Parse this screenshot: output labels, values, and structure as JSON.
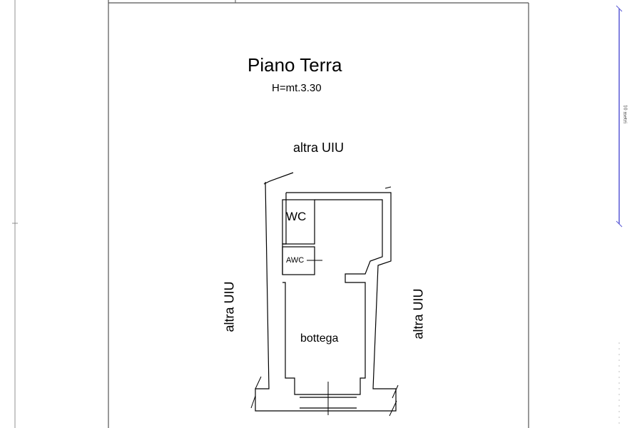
{
  "drawing": {
    "title": "Piano Terra",
    "subtitle": "H=mt.3.30",
    "neighbors": {
      "top": "altra UIU",
      "left": "altra UIU",
      "right": "altra UIU"
    },
    "rooms": {
      "wc": "WC",
      "awc": "AWC",
      "bottega": "bottega"
    }
  },
  "scale_bar": {
    "label": "10 metri",
    "color": "#5a5ad6"
  },
  "colors": {
    "lines": "#000000",
    "frame": "#555555",
    "background": "#ffffff"
  }
}
